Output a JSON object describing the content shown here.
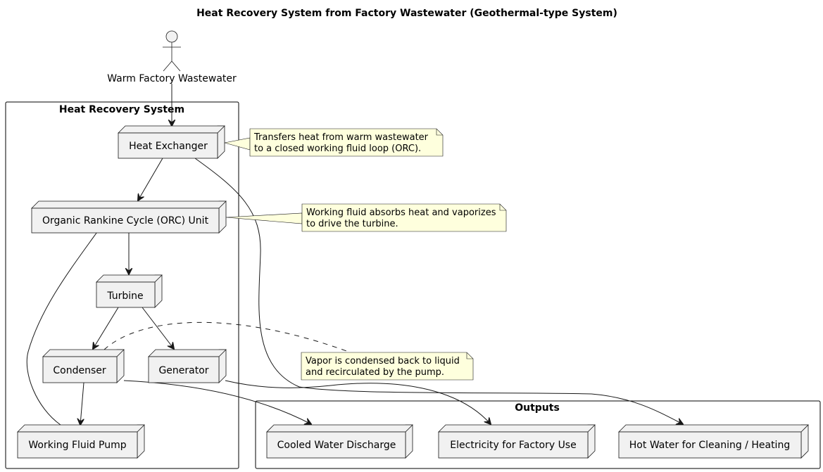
{
  "title": "Heat Recovery System from Factory Wastewater (Geothermal-type System)",
  "actor": {
    "label": "Warm Factory Wastewater"
  },
  "packages": {
    "heat_recovery": "Heat Recovery System",
    "outputs": "Outputs"
  },
  "nodes": {
    "heat_exchanger": "Heat Exchanger",
    "orc_unit": "Organic Rankine Cycle (ORC) Unit",
    "turbine": "Turbine",
    "condenser": "Condenser",
    "generator": "Generator",
    "pump": "Working Fluid Pump",
    "cooled_water": "Cooled Water Discharge",
    "electricity": "Electricity for Factory Use",
    "hot_water": "Hot Water for Cleaning / Heating"
  },
  "notes": {
    "heat_exchanger": [
      "Transfers heat from warm wastewater",
      "to a closed working fluid loop (ORC)."
    ],
    "orc": [
      "Working fluid absorbs heat and vaporizes",
      "to drive the turbine."
    ],
    "condenser": [
      "Vapor is condensed back to liquid",
      "and recirculated by the pump."
    ]
  }
}
